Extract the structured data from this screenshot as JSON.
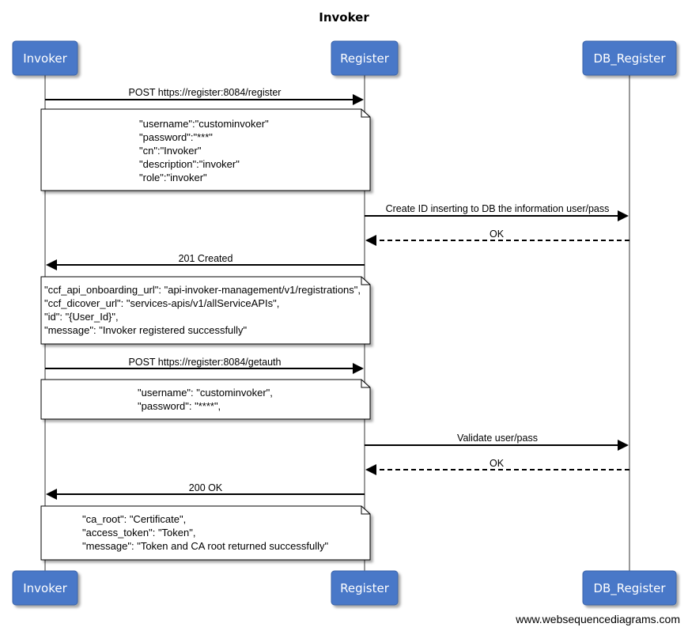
{
  "title": "Invoker",
  "participants": [
    "Invoker",
    "Register",
    "DB_Register"
  ],
  "messages": [
    {
      "label": "POST https://register:8084/register",
      "from": "Invoker",
      "to": "Register",
      "style": "solid"
    },
    {
      "label": "Create ID inserting to DB the information user/pass",
      "from": "Register",
      "to": "DB_Register",
      "style": "solid"
    },
    {
      "label": "OK",
      "from": "DB_Register",
      "to": "Register",
      "style": "dashed"
    },
    {
      "label": "201 Created",
      "from": "Register",
      "to": "Invoker",
      "style": "solid"
    },
    {
      "label": "POST https://register:8084/getauth",
      "from": "Invoker",
      "to": "Register",
      "style": "solid"
    },
    {
      "label": "Validate user/pass",
      "from": "Register",
      "to": "DB_Register",
      "style": "solid"
    },
    {
      "label": "OK",
      "from": "DB_Register",
      "to": "Register",
      "style": "dashed"
    },
    {
      "label": "200 OK",
      "from": "Register",
      "to": "Invoker",
      "style": "solid"
    }
  ],
  "notes": [
    {
      "lines": [
        "\"username\":\"custominvoker\"",
        "\"password\":\"***\"",
        "\"cn\":\"Invoker\"",
        "\"description\":\"invoker\"",
        "\"role\":\"invoker\""
      ]
    },
    {
      "lines": [
        "\"ccf_api_onboarding_url\": \"api-invoker-management/v1/registrations\",",
        "\"ccf_dicover_url\": \"services-apis/v1/allServiceAPIs\",",
        "\"id\": \"{User_Id}\",",
        "\"message\": \"Invoker registered successfully\""
      ]
    },
    {
      "lines": [
        "\"username\": \"custominvoker\",",
        "\"password\": \"****\","
      ]
    },
    {
      "lines": [
        "\"ca_root\": \"Certificate\",",
        "\"access_token\": \"Token\",",
        "\"message\": \"Token and CA root returned successfully\""
      ]
    }
  ],
  "credit": "www.websequencediagrams.com",
  "colors": {
    "actor_fill": "#4a78c8",
    "actor_text": "#ffffff",
    "lifeline": "#9a9a9a"
  }
}
